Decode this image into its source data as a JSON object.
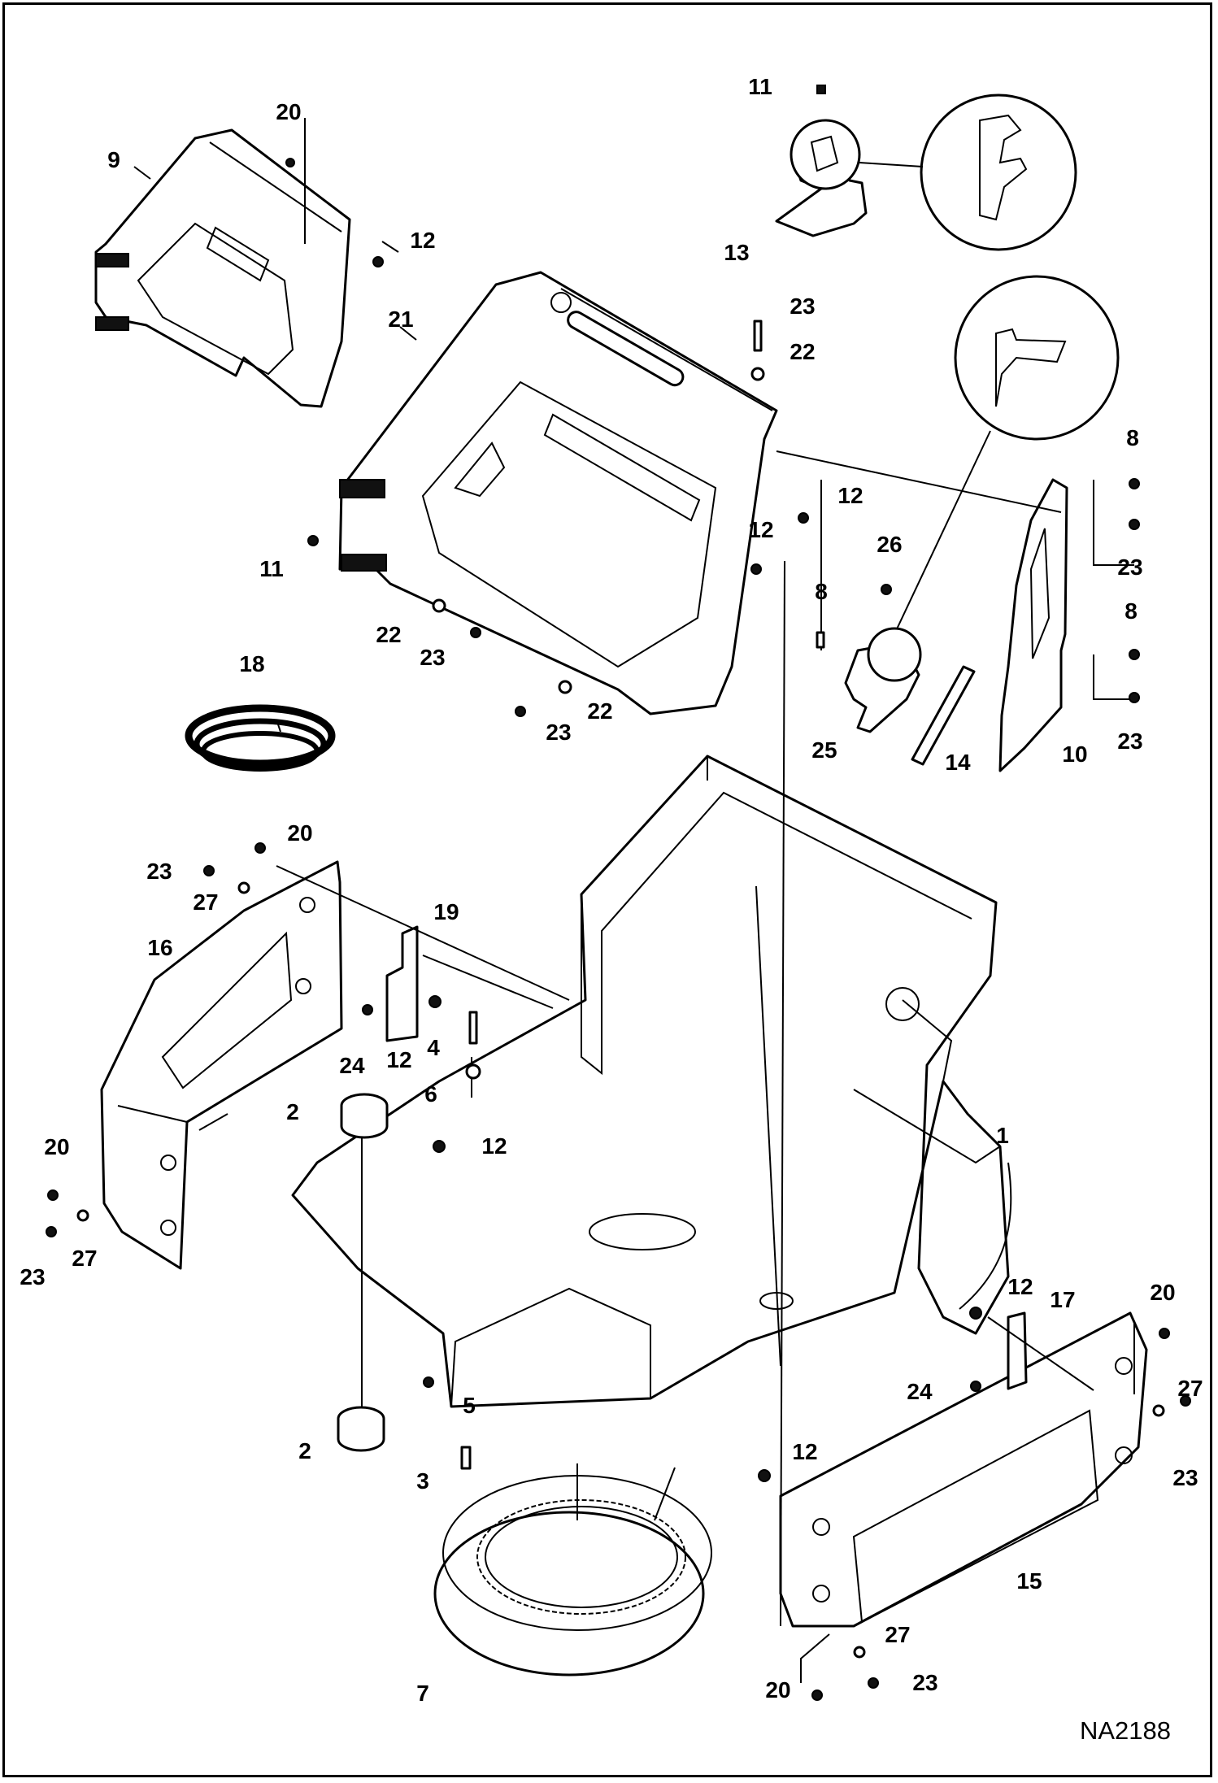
{
  "drawing_id": "NA2188",
  "callouts": [
    {
      "id": "c20a",
      "text": "20"
    },
    {
      "id": "c9",
      "text": "9"
    },
    {
      "id": "c12a",
      "text": "12"
    },
    {
      "id": "c11a",
      "text": "11"
    },
    {
      "id": "c13",
      "text": "13"
    },
    {
      "id": "c23a",
      "text": "23"
    },
    {
      "id": "c22a",
      "text": "22"
    },
    {
      "id": "c21",
      "text": "21"
    },
    {
      "id": "c8a",
      "text": "8"
    },
    {
      "id": "c12b",
      "text": "12"
    },
    {
      "id": "c23b",
      "text": "23"
    },
    {
      "id": "c12c",
      "text": "12"
    },
    {
      "id": "c26",
      "text": "26"
    },
    {
      "id": "c8b",
      "text": "8"
    },
    {
      "id": "c8c",
      "text": "8"
    },
    {
      "id": "c11b",
      "text": "11"
    },
    {
      "id": "c22b",
      "text": "22"
    },
    {
      "id": "c23c",
      "text": "23"
    },
    {
      "id": "c22c",
      "text": "22"
    },
    {
      "id": "c23d",
      "text": "23"
    },
    {
      "id": "c23e",
      "text": "23"
    },
    {
      "id": "c25",
      "text": "25"
    },
    {
      "id": "c14",
      "text": "14"
    },
    {
      "id": "c10",
      "text": "10"
    },
    {
      "id": "c18",
      "text": "18"
    },
    {
      "id": "c20b",
      "text": "20"
    },
    {
      "id": "c23f",
      "text": "23"
    },
    {
      "id": "c27a",
      "text": "27"
    },
    {
      "id": "c19",
      "text": "19"
    },
    {
      "id": "c16",
      "text": "16"
    },
    {
      "id": "c24a",
      "text": "24"
    },
    {
      "id": "c12d",
      "text": "12"
    },
    {
      "id": "c4",
      "text": "4"
    },
    {
      "id": "c6",
      "text": "6"
    },
    {
      "id": "c1",
      "text": "1"
    },
    {
      "id": "c2a",
      "text": "2"
    },
    {
      "id": "c20c",
      "text": "20"
    },
    {
      "id": "c12e",
      "text": "12"
    },
    {
      "id": "c23g",
      "text": "23"
    },
    {
      "id": "c27b",
      "text": "27"
    },
    {
      "id": "c12f",
      "text": "12"
    },
    {
      "id": "c17",
      "text": "17"
    },
    {
      "id": "c20d",
      "text": "20"
    },
    {
      "id": "c24b",
      "text": "24"
    },
    {
      "id": "c27c",
      "text": "27"
    },
    {
      "id": "c5",
      "text": "5"
    },
    {
      "id": "c2b",
      "text": "2"
    },
    {
      "id": "c3",
      "text": "3"
    },
    {
      "id": "c12g",
      "text": "12"
    },
    {
      "id": "c23h",
      "text": "23"
    },
    {
      "id": "c15",
      "text": "15"
    },
    {
      "id": "c7",
      "text": "7"
    },
    {
      "id": "c27d",
      "text": "27"
    },
    {
      "id": "c20e",
      "text": "20"
    },
    {
      "id": "c23i",
      "text": "23"
    }
  ]
}
